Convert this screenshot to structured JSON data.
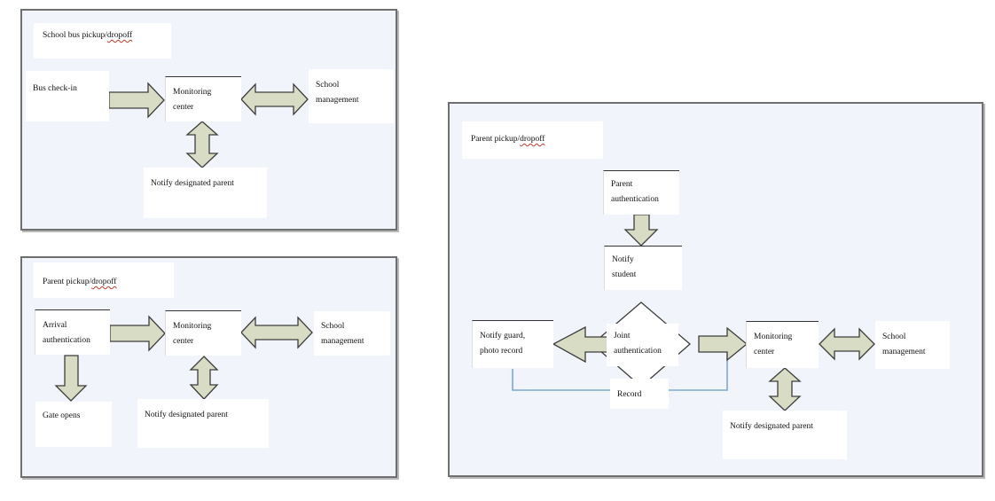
{
  "colors": {
    "panel_fill": "#f1f4fa",
    "panel_border": "#6f6f6f",
    "arrow_fill": "#d9dcc5",
    "arrow_stroke": "#3d3d3d",
    "record_line": "#7ea6d4"
  },
  "panel_bus": {
    "title_main": "School bus pickup/",
    "title_underlined": "dropoff",
    "bus_checkin": "Bus check-in",
    "monitoring": "Monitoring\ncenter",
    "school_mgmt": "School\nmanagement",
    "notify_parent": "Notify designated  parent"
  },
  "panel_parent_left": {
    "title_main": "Parent pickup/",
    "title_underlined": "dropoff",
    "arrival": "Arrival\nauthentication",
    "monitoring": "Monitoring\ncenter",
    "school_mgmt": "School\nmanagement",
    "gate": "Gate opens",
    "notify_parent": "Notify designated  parent"
  },
  "panel_parent_right": {
    "title_main": "Parent pickup/",
    "title_underlined": "dropoff",
    "parent_auth": "Parent\nauthentication",
    "notify_student": "Notify\nstudent",
    "notify_guard": "Notify guard,\nphoto record",
    "joint_auth": "Joint\nauthentication",
    "record": "Record",
    "monitoring": "Monitoring\ncenter",
    "school_mgmt": "School\nmanagement",
    "notify_parent": "Notify designated  parent"
  }
}
